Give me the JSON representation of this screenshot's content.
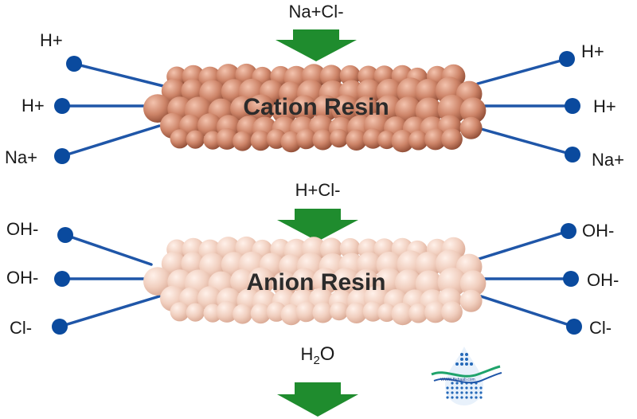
{
  "top_input": {
    "formula": "Na+Cl-"
  },
  "middle_input": {
    "formula": "H+Cl-"
  },
  "output": {
    "formula_h": "H",
    "formula_sub": "2",
    "formula_o": "O"
  },
  "cation_resin": {
    "title": "Cation Resin",
    "left_ions": [
      "H+",
      "H+",
      "Na+"
    ],
    "right_ions": [
      "H+",
      "H+",
      "Na+"
    ]
  },
  "anion_resin": {
    "title": "Anion Resin",
    "left_ions": [
      "OH-",
      "OH-",
      "Cl-"
    ],
    "right_ions": [
      "OH-",
      "OH-",
      "Cl-"
    ]
  },
  "logo": {
    "url": "WWW.Behaab.com"
  },
  "colors": {
    "arrow": "#1f8c2e",
    "ion_dot": "#0a4a9e",
    "ion_line": "#1f56a8",
    "cation_bead": "#c98068",
    "anion_bead": "#f0cdbd"
  },
  "icons": [
    "down-arrow-icon",
    "water-drop-logo-icon"
  ]
}
